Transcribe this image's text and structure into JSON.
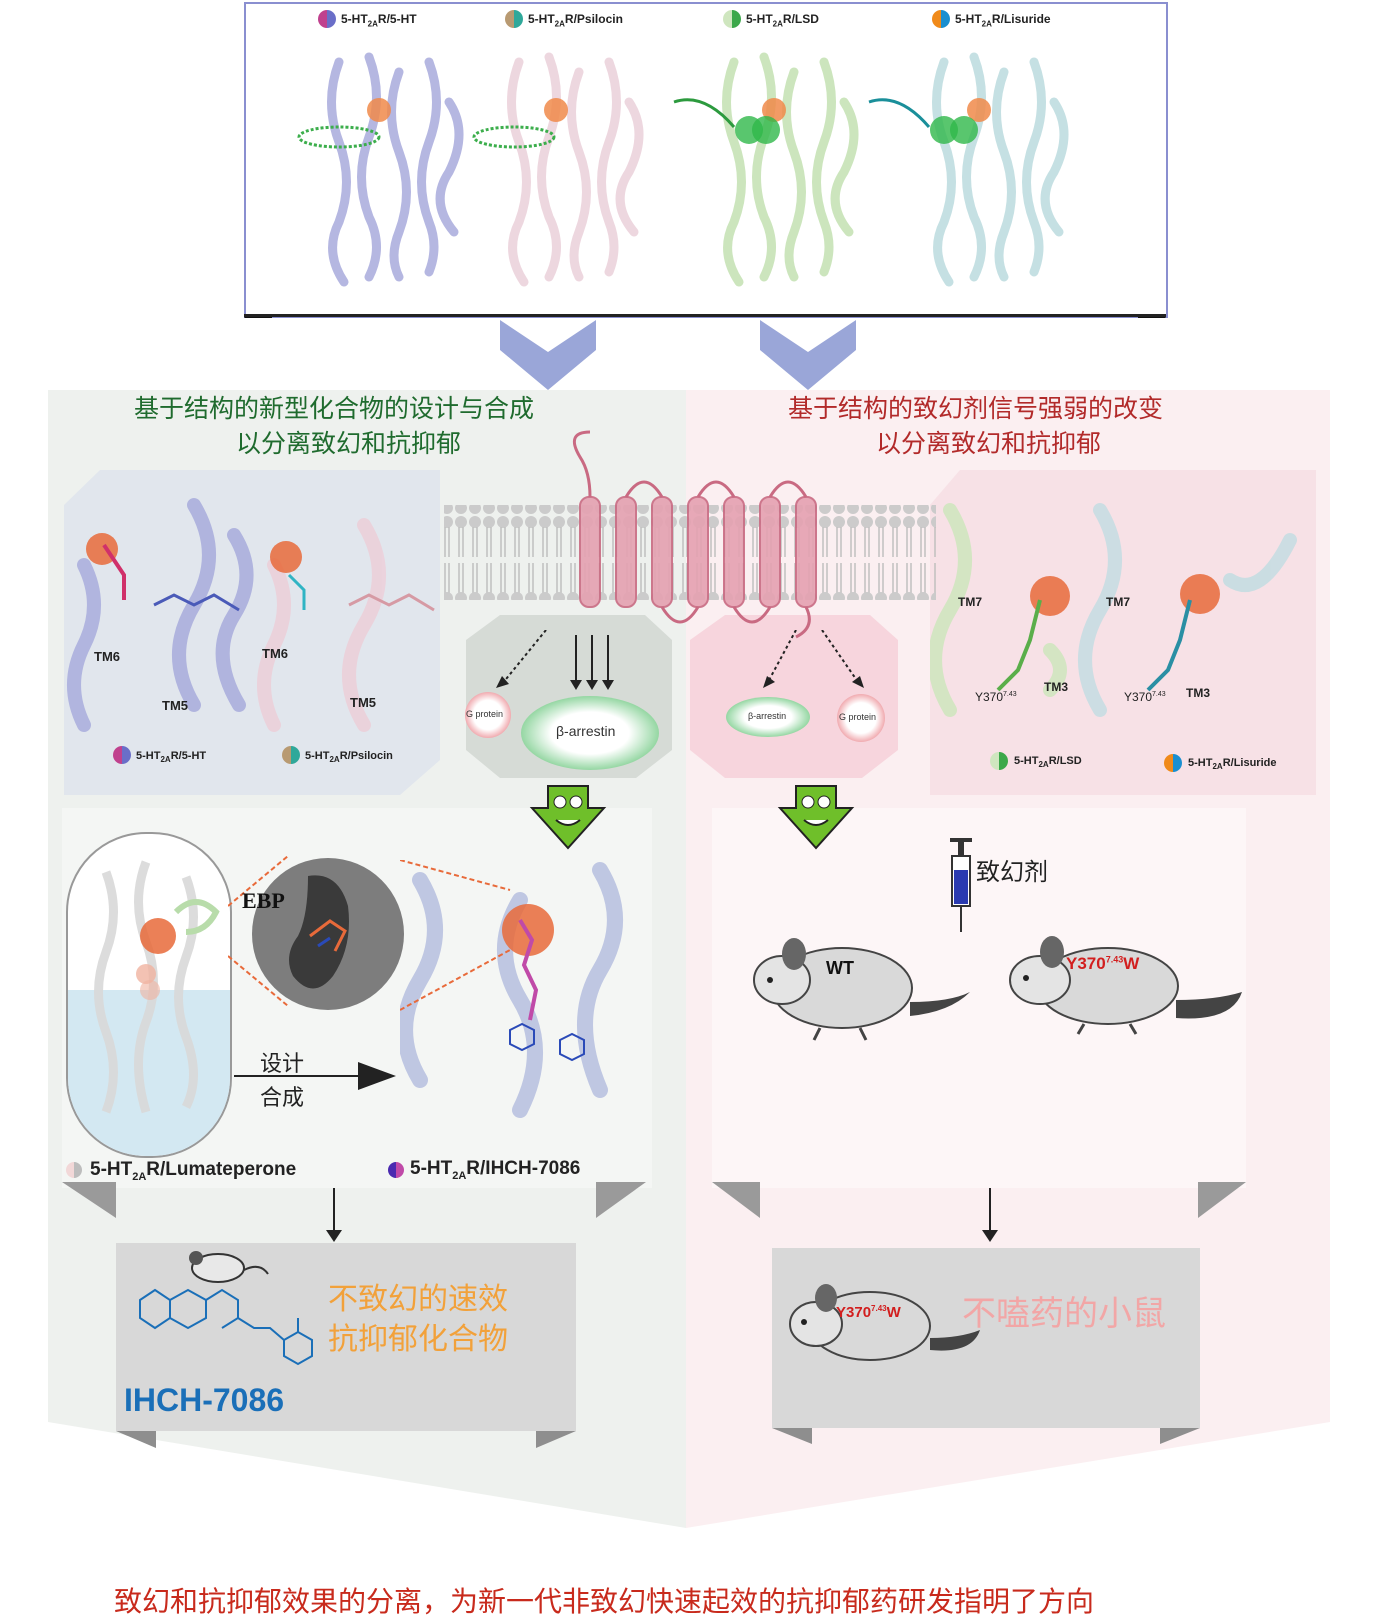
{
  "top_panel": {
    "legends": [
      {
        "prefix": "5-HT",
        "sub": "2A",
        "suffix": "R/5-HT",
        "c1": "#c0418e",
        "c2": "#6a6ec8"
      },
      {
        "prefix": "5-HT",
        "sub": "2A",
        "suffix": "R/Psilocin",
        "c1": "#b89a72",
        "c2": "#2fa89a"
      },
      {
        "prefix": "5-HT",
        "sub": "2A",
        "suffix": "R/LSD",
        "c1": "#cfe6bf",
        "c2": "#3ca84a"
      },
      {
        "prefix": "5-HT",
        "sub": "2A",
        "suffix": "R/Lisuride",
        "c1": "#f08a1a",
        "c2": "#1a8fd0"
      }
    ]
  },
  "left": {
    "heading_line1": "基于结构的新型化合物的设计与合成",
    "heading_line2": "以分离致幻和抗抑郁",
    "tm6_a": "TM6",
    "tm5_a": "TM5",
    "tm6_b": "TM6",
    "tm5_b": "TM5",
    "legend_a": {
      "prefix": "5-HT",
      "sub": "2A",
      "suffix": "R/5-HT"
    },
    "legend_b": {
      "prefix": "5-HT",
      "sub": "2A",
      "suffix": "R/Psilocin"
    },
    "ebp": "EBP",
    "design_1": "设计",
    "design_2": "合成",
    "lumateperone": {
      "prefix": "5-HT",
      "sub": "2A",
      "suffix": "R/Lumateperone"
    },
    "ihch": {
      "prefix": "5-HT",
      "sub": "2A",
      "suffix": "R/IHCH-7086"
    },
    "result_line1": "不致幻的速效",
    "result_line2": "抗抑郁化合物",
    "compound_name": "IHCH-7086"
  },
  "center": {
    "g_protein_left": "G protein",
    "b_arrestin_left": "β-arrestin",
    "b_arrestin_right": "β-arrestin",
    "g_protein_right": "G protein"
  },
  "right": {
    "heading_line1": "基于结构的致幻剂信号强弱的改变",
    "heading_line2": "以分离致幻和抗抑郁",
    "tm7_a": "TM7",
    "tm3_a": "TM3",
    "y_a": "Y370",
    "y_a_sup": "7.43",
    "tm7_b": "TM7",
    "tm3_b": "TM3",
    "y_b": "Y370",
    "y_b_sup": "7.43",
    "legend_a": {
      "prefix": "5-HT",
      "sub": "2A",
      "suffix": "R/LSD"
    },
    "legend_b": {
      "prefix": "5-HT",
      "sub": "2A",
      "suffix": "R/Lisuride"
    },
    "hallucinogen": "致幻剂",
    "wt": "WT",
    "mut": "Y370",
    "mut_sup": "7.43",
    "mut_suffix": "W",
    "mut2": "Y370",
    "mut2_sup": "7.43",
    "mut2_suffix": "W",
    "result_text": "不嗑药的小鼠"
  },
  "conclusion": "致幻和抗抑郁效果的分离，为新一代非致幻快速起效的抗抑郁药研发指明了方向",
  "colors": {
    "left_heading": "#1f6b2e",
    "right_heading": "#b22a2a",
    "result_orange": "#f2a13a",
    "compound_blue": "#1a6fb8",
    "conclusion": "#c82a1c"
  }
}
